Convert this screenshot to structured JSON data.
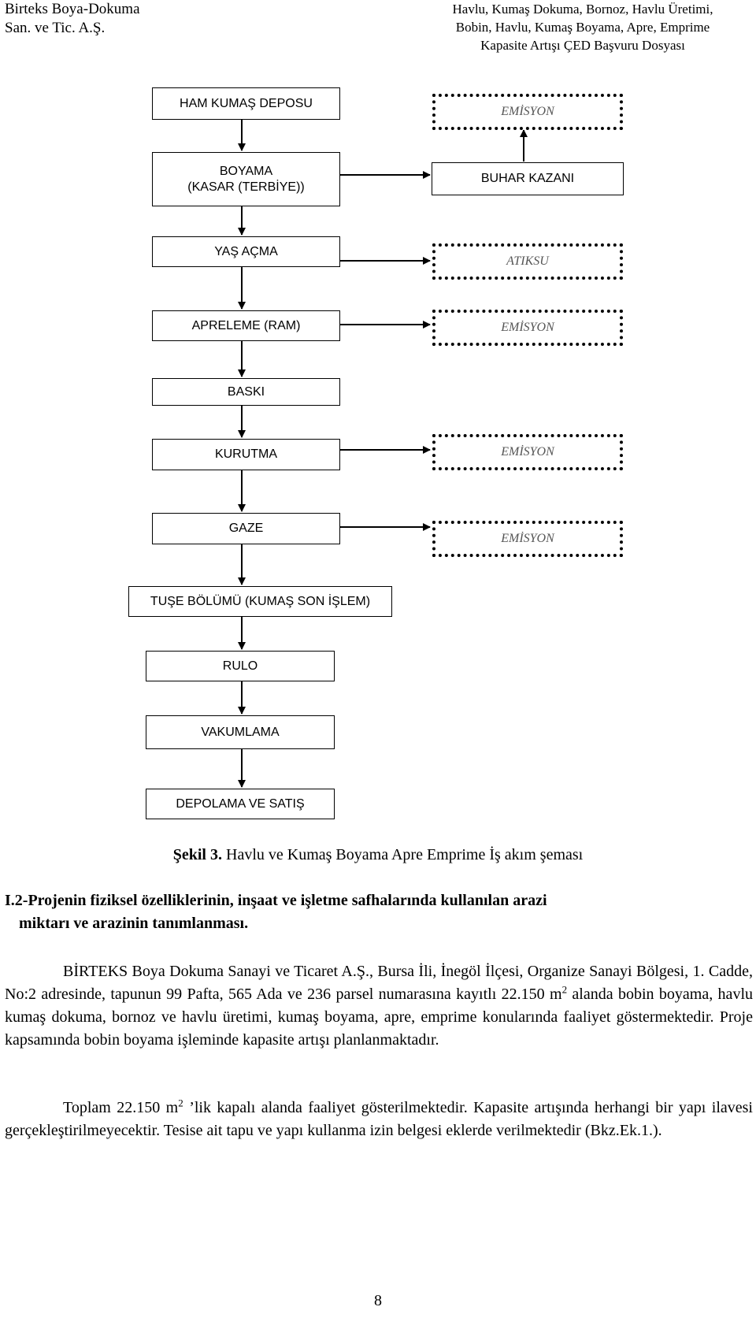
{
  "header": {
    "company_line1": "Birteks Boya-Dokuma",
    "company_line2": "San. ve Tic. A.Ş.",
    "project_line1": "Havlu, Kumaş Dokuma, Bornoz, Havlu Üretimi,",
    "project_line2": "Bobin, Havlu, Kumaş Boyama, Apre, Emprime",
    "project_line3": "Kapasite Artışı ÇED Başvuru Dosyası"
  },
  "flow": {
    "steps": [
      "HAM KUMAŞ DEPOSU",
      "BOYAMA",
      "(KASAR (TERBİYE))",
      "YAŞ AÇMA",
      "APRELEME (RAM)",
      "BASKI",
      "KURUTMA",
      "GAZE",
      "TUŞE BÖLÜMÜ (KUMAŞ SON İŞLEM)",
      "RULO",
      "VAKUMLAMA",
      "DEPOLAMA VE SATIŞ"
    ],
    "side": [
      "EMİSYON",
      "BUHAR KAZANI",
      "ATIKSU",
      "EMİSYON",
      "EMİSYON",
      "EMİSYON"
    ]
  },
  "caption": {
    "label": "Şekil 3.",
    "text": " Havlu ve Kumaş Boyama Apre Emprime İş akım şeması"
  },
  "section": {
    "title_line1": "I.2-Projenin fiziksel özelliklerinin, inşaat ve işletme safhalarında kullanılan arazi",
    "title_line2": "miktarı ve arazinin tanımlanması."
  },
  "paragraph1": {
    "before_sup": "BİRTEKS Boya Dokuma Sanayi ve Ticaret A.Ş., Bursa İli, İnegöl İlçesi, Organize Sanayi Bölgesi, 1. Cadde, No:2 adresinde, tapunun 99 Pafta, 565 Ada ve 236 parsel numarasına kayıtlı 22.150 m",
    "sup": "2",
    "after_sup": " alanda bobin boyama, havlu kumaş dokuma, bornoz ve havlu üretimi, kumaş boyama, apre, emprime  konularında faaliyet göstermektedir. Proje kapsamında bobin boyama işleminde kapasite artışı planlanmaktadır."
  },
  "paragraph2": {
    "before_sup": "Toplam 22.150 m",
    "sup": "2",
    "after_sup": " ’lik kapalı alanda  faaliyet gösterilmektedir. Kapasite artışında herhangi bir yapı ilavesi gerçekleştirilmeyecektir. Tesise ait tapu ve yapı kullanma izin belgesi eklerde verilmektedir (Bkz.Ek.1.)."
  },
  "page_number": "8"
}
